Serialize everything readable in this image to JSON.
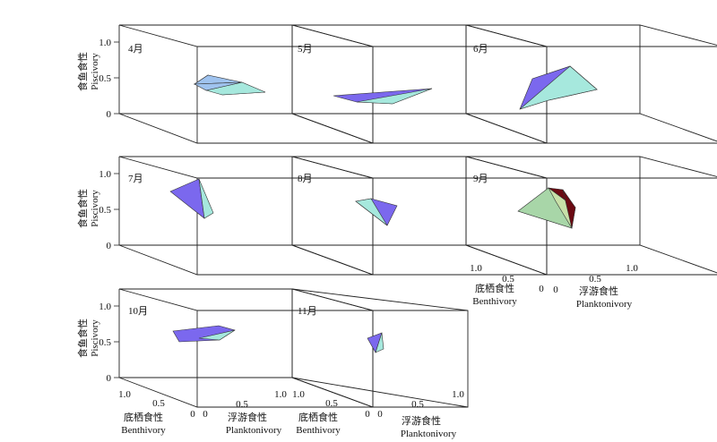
{
  "axes": {
    "z_label_cn": "食鱼食性",
    "z_label_en": "Piscivory",
    "x_label_cn": "底栖食性",
    "x_label_en": "Benthivory",
    "y_label_cn": "浮游食性",
    "y_label_en": "Planktonivory",
    "z_ticks": [
      "0",
      "0.5",
      "1.0"
    ],
    "x_ticks": [
      "1.0",
      "0.5",
      "0"
    ],
    "y_ticks": [
      "0",
      "0.5",
      "1.0"
    ]
  },
  "colors": {
    "frame": "#222222",
    "purple": "#7b68ee",
    "light_blue": "#9fc3ef",
    "cyan": "#a6e8dd",
    "green": "#a8d6a8",
    "dark_red": "#6b0a12",
    "blue": "#3a4fc8"
  },
  "chart_data": {
    "type": "3d-convex-hull",
    "panels": [
      {
        "label": "4月"
      },
      {
        "label": "5月"
      },
      {
        "label": "6月"
      },
      {
        "label": "7月"
      },
      {
        "label": "8月"
      },
      {
        "label": "9月"
      },
      {
        "label": "10月"
      },
      {
        "label": "11月"
      }
    ]
  }
}
